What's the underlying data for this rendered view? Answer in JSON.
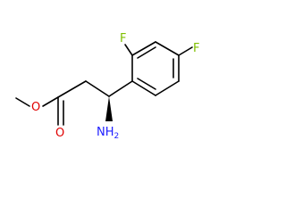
{
  "molecule": {
    "atoms": {
      "ester_oxygen": "O",
      "carbonyl_oxygen": "O",
      "fluorine_ortho": "F",
      "fluorine_para": "F",
      "amine_label": "NH",
      "amine_subscript": "2"
    },
    "colors": {
      "bond": "#000000",
      "oxygen": "#e00000",
      "fluorine": "#7fbf00",
      "nitrogen": "#2020ff"
    }
  }
}
